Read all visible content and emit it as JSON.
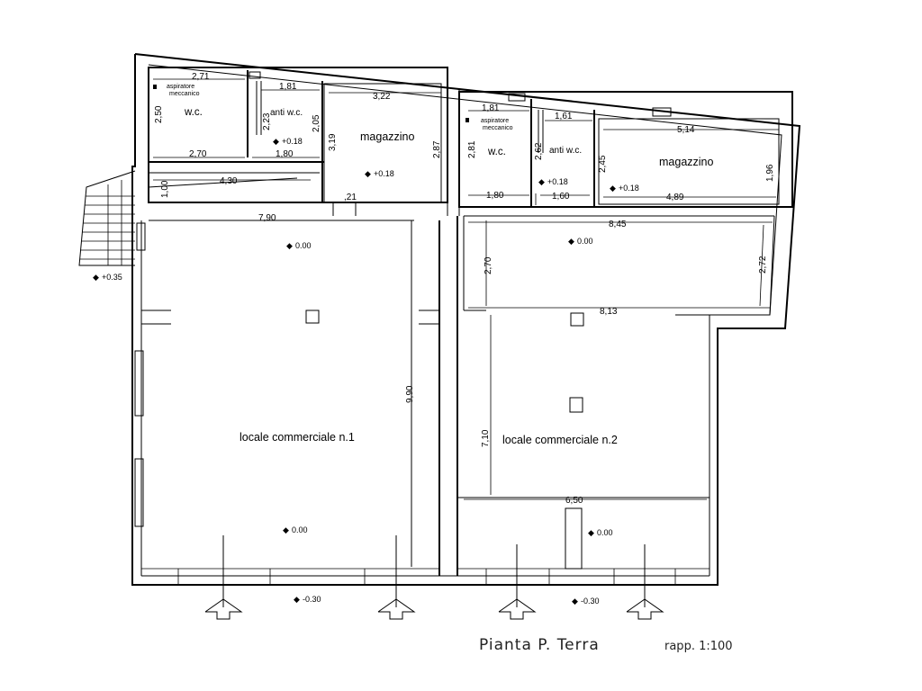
{
  "title": "Pianta P. Terra",
  "scale": "rapp. 1:100",
  "rooms": {
    "wc1": "w.c.",
    "anti1": "anti w.c.",
    "mag1": "magazzino",
    "asp1_a": "aspiratore",
    "asp1_b": "meccanico",
    "wc2": "w.c.",
    "anti2": "anti w.c.",
    "mag2": "magazzino",
    "asp2_a": "aspiratore",
    "asp2_b": "meccanico",
    "shop1": "locale commerciale n.1",
    "shop2": "locale commerciale n.2"
  },
  "levels": {
    "anti1": "+0.18",
    "mag1": "+0.18",
    "anti2": "+0.18",
    "mag2": "+0.18",
    "shop1_top": "0.00",
    "shop1_bottom": "0.00",
    "shop2_top": "0.00",
    "shop2_bottom": "0.00",
    "stairs": "+0.35",
    "ext_left": "-0.30",
    "ext_right": "-0.30"
  },
  "dims": {
    "d_271": "2,71",
    "d_181a": "1,81",
    "d_322": "3,22",
    "d_250": "2,50",
    "d_223": "2,23",
    "d_205": "2,05",
    "d_319": "3,19",
    "d_287": "2,87",
    "d_270": "2,70",
    "d_180a": "1,80",
    "d_430": "4,30",
    "d_100": "1,00",
    "d_21": ",21",
    "d_790": "7,90",
    "d_990": "9,90",
    "d_181b": "1,81",
    "d_161": "1,61",
    "d_514": "5,14",
    "d_281": "2,81",
    "d_262": "2,62",
    "d_245": "2,45",
    "d_196": "1,96",
    "d_180b": "1,80",
    "d_160": "1,60",
    "d_489": "4,89",
    "d_845": "8,45",
    "d_270b": "2,70",
    "d_272": "2,72",
    "d_813": "8,13",
    "d_710": "7,10",
    "d_650": "6,50"
  }
}
